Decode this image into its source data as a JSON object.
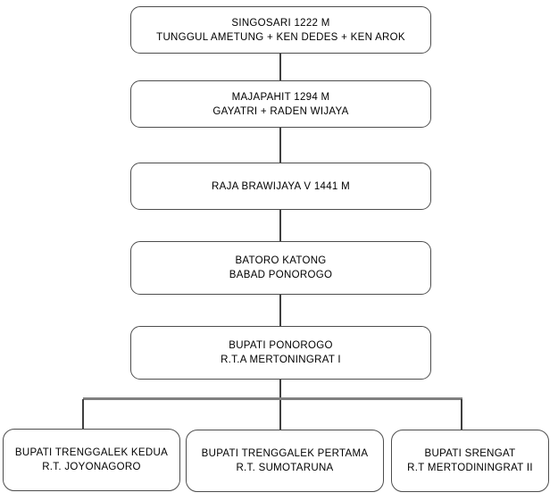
{
  "diagram": {
    "type": "flowchart-genealogy",
    "background_color": "#ffffff",
    "box_border_color": "#4d4d4d",
    "connector_color": "#3f3f3f",
    "branch_line_color": "#808080",
    "text_color": "#000000",
    "nodes": [
      {
        "id": "singosari",
        "line1": "SINGOSARI 1222 M",
        "line2": "TUNGGUL AMETUNG + KEN DEDES + KEN AROK"
      },
      {
        "id": "majapahit",
        "line1": "MAJAPAHIT 1294 M",
        "line2": "GAYATRI + RADEN WIJAYA"
      },
      {
        "id": "brawijaya",
        "line1": "RAJA BRAWIJAYA V 1441 M"
      },
      {
        "id": "batoro-katong",
        "line1": "BATORO KATONG",
        "line2": "BABAD PONOROGO"
      },
      {
        "id": "bupati-ponorogo",
        "line1": "BUPATI PONOROGO",
        "line2": "R.T.A MERTONINGRAT I"
      },
      {
        "id": "bupati-trenggalek-kedua",
        "line1": "BUPATI TRENGGALEK KEDUA",
        "line2": "R.T. JOYONAGORO"
      },
      {
        "id": "bupati-trenggalek-pertama",
        "line1": "BUPATI TRENGGALEK PERTAMA",
        "line2": "R.T. SUMOTARUNA"
      },
      {
        "id": "bupati-srengat",
        "line1": "BUPATI SRENGAT",
        "line2": "R.T MERTODININGRAT II"
      }
    ]
  }
}
